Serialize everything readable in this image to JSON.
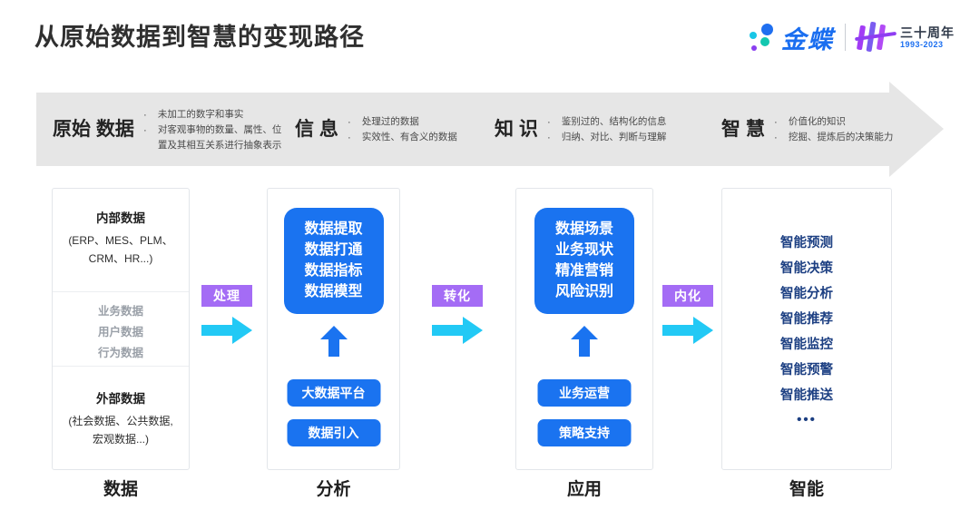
{
  "header": {
    "title": "从原始数据到智慧的变现路径",
    "logo": {
      "word": "金蝶",
      "anniversary": "三十周年",
      "years": "1993-2023"
    }
  },
  "dikw_band": {
    "segments": [
      {
        "head": "原始\n数据",
        "bullets": [
          "未加工的数字和事实",
          "对客观事物的数量、属性、位\n置及其相互关系进行抽象表示"
        ]
      },
      {
        "head": "信\n息",
        "bullets": [
          "处理过的数据",
          "实效性、有含义的数据"
        ]
      },
      {
        "head": "知\n识",
        "bullets": [
          "鉴别过的、结构化的信息",
          "归纳、对比、判断与理解"
        ]
      },
      {
        "head": "智\n慧",
        "bullets": [
          "价值化的知识",
          "挖掘、提炼后的决策能力"
        ]
      }
    ],
    "bullet_glyph": "·"
  },
  "stages": {
    "labels": [
      "数据",
      "分析",
      "应用",
      "智能"
    ],
    "data_sources": {
      "internal_title": "内部数据",
      "internal_sub": "(ERP、MES、PLM、\nCRM、HR...)",
      "middle_items": [
        "业务数据",
        "用户数据",
        "行为数据"
      ],
      "external_title": "外部数据",
      "external_sub": "(社会数据、公共数据,\n宏观数据...)"
    },
    "analysis": {
      "main_box": "数据提取\n数据打通\n数据指标\n数据模型",
      "pills": [
        "大数据平台",
        "数据引入"
      ]
    },
    "application": {
      "main_box": "数据场景\n业务现状\n精准营销\n风险识别",
      "pills": [
        "业务运营",
        "策略支持"
      ]
    },
    "intelligence": {
      "items": [
        "智能预测",
        "智能决策",
        "智能分析",
        "智能推荐",
        "智能监控",
        "智能预警",
        "智能推送"
      ],
      "ellipsis": "•••"
    }
  },
  "connectors": [
    {
      "label": "处理"
    },
    {
      "label": "转化"
    },
    {
      "label": "内化"
    }
  ],
  "colors": {
    "brand_blue": "#1a6ef0",
    "box_blue": "#1a73f0",
    "connector_purple": "#a46cf5",
    "connector_arrow_cyan": "#22c9f5",
    "band_gray": "#e6e6e6",
    "smart_navy": "#1c3f82"
  }
}
